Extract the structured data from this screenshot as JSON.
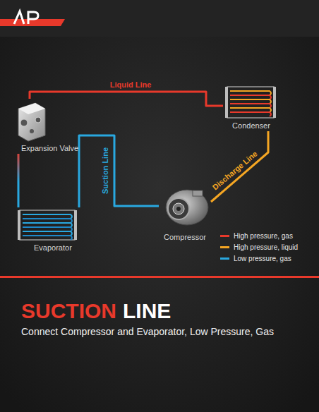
{
  "diagram": {
    "caption": "Connect Compressor and Evaporator, Low Pressure, Gas",
    "nodes": [
      {
        "text": [
          "Expansion Valve"
        ]
      },
      {
        "text": [
          "Condenser"
        ]
      },
      {
        "text": [
          "Compressor"
        ]
      },
      {
        "text": [
          "Evaporator"
        ]
      }
    ],
    "edges": [
      {
        "from": 0,
        "to": 1,
        "arrow": "none",
        "label": "Liquid Line"
      },
      {
        "from": 2,
        "to": 1,
        "arrow": "none",
        "label": "Discharge Line"
      },
      {
        "from": 2,
        "to": 3,
        "arrow": "none",
        "label": "Suction Line"
      },
      {
        "from": 0,
        "to": 3,
        "arrow": "none"
      }
    ],
    "labels": [
      "SUCTION",
      "LINE"
    ],
    "legend": [
      {
        "text": "High pressure, gas",
        "color": "#e8392b"
      },
      {
        "text": "High pressure, liquid",
        "color": "#f5a623"
      },
      {
        "text": "Low pressure, gas",
        "color": "#29a8e0"
      }
    ]
  }
}
